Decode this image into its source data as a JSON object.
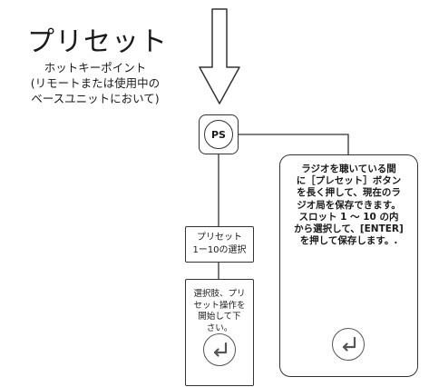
{
  "title": "プリセット",
  "subtitle": {
    "line1": "ホットキーポイント",
    "line2": "(リモートまたは使用中の",
    "line3": "ベースユニットにおいて)"
  },
  "ps_button": {
    "label": "PS"
  },
  "step1": {
    "line1": "プリセット",
    "line2": "1ー10の選択"
  },
  "step2": {
    "line1": "選択肢、プリ",
    "line2": "セット操作を",
    "line3": "開始して下",
    "line4": "さい。"
  },
  "info": {
    "line1": "ラジオを聴いている間",
    "line2": "に［プレセット］ボタン",
    "line3": "を長く押して、現在のラ",
    "line4": "ジオ局を保存できます。",
    "line5": "スロット 1 ～ 10 の内",
    "line6": "から選択して、[ENTER]",
    "line7": "を押して保存します。."
  },
  "icons": [
    "down-arrow-icon",
    "enter-icon"
  ],
  "colors": {
    "line": "#333333",
    "background": "#ffffff"
  }
}
